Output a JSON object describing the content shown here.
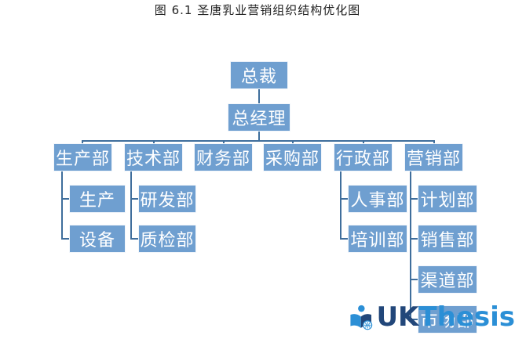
{
  "caption": "图 6.1 圣唐乳业营销组织结构优化图",
  "org": {
    "ceo": "总裁",
    "gm": "总经理",
    "departments": {
      "production": "生产部",
      "technology": "技术部",
      "finance": "财务部",
      "purchasing": "采购部",
      "admin": "行政部",
      "marketing": "营销部"
    },
    "production_sub": [
      "生产",
      "设备"
    ],
    "technology_sub": [
      "研发部",
      "质检部"
    ],
    "admin_sub": [
      "人事部",
      "培训部"
    ],
    "marketing_sub": [
      "计划部",
      "销售部",
      "渠道部",
      "市场部"
    ]
  },
  "watermark": {
    "uk": "UK",
    "thesis": "Thesis"
  }
}
